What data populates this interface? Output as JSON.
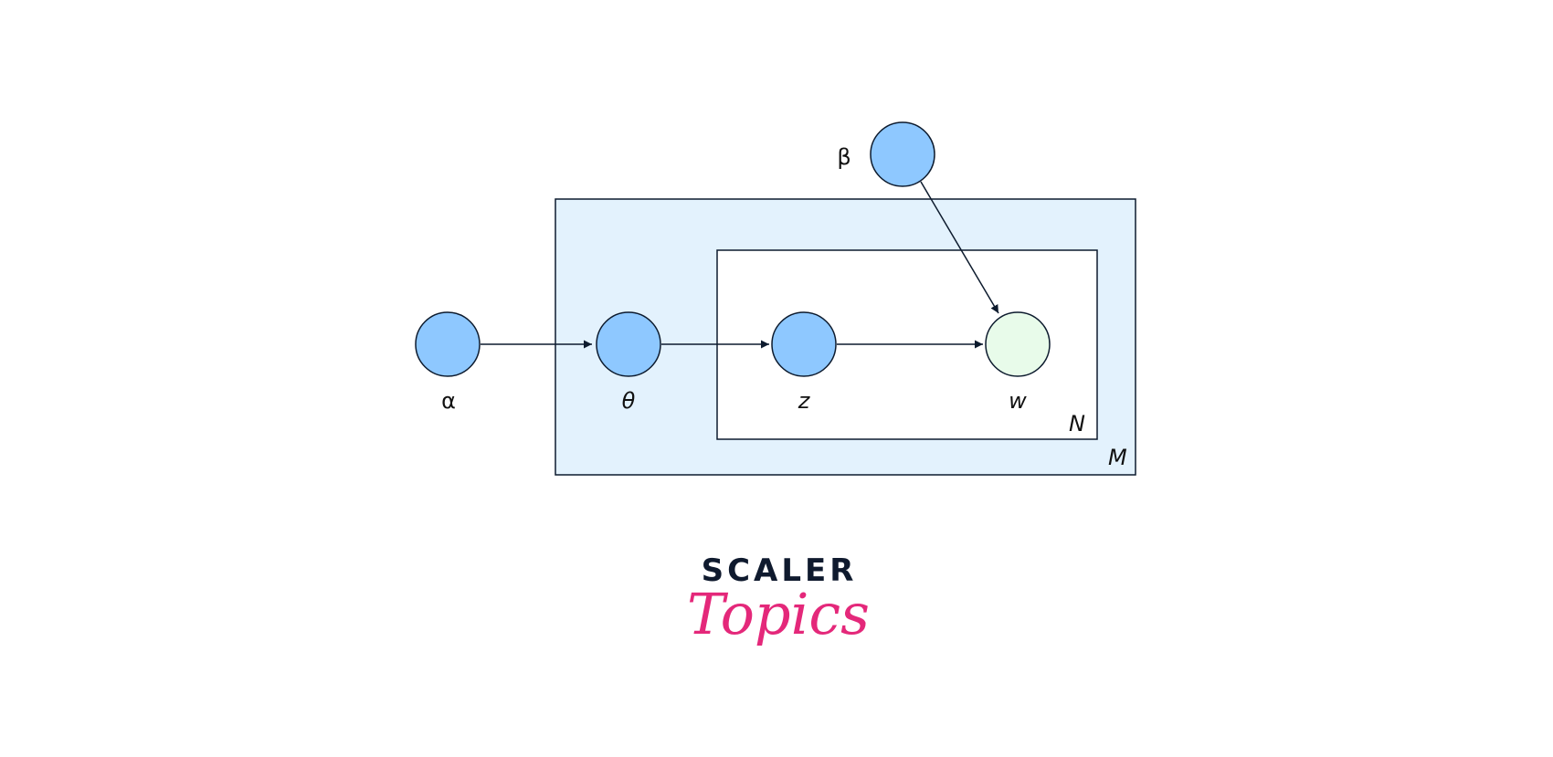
{
  "diagram": {
    "title": "LDA plate notation",
    "nodes": [
      {
        "id": "alpha",
        "label": "α",
        "observed": false
      },
      {
        "id": "theta",
        "label": "θ",
        "observed": false
      },
      {
        "id": "z",
        "label": "z",
        "observed": false
      },
      {
        "id": "w",
        "label": "w",
        "observed": true
      },
      {
        "id": "beta",
        "label": "β",
        "observed": false
      }
    ],
    "edges": [
      [
        "alpha",
        "theta"
      ],
      [
        "theta",
        "z"
      ],
      [
        "z",
        "w"
      ],
      [
        "beta",
        "w"
      ]
    ],
    "plates": [
      {
        "id": "documents",
        "label": "M"
      },
      {
        "id": "words",
        "label": "N"
      }
    ],
    "colors": {
      "latent": "#8ec8ff",
      "observed": "#e8fbea",
      "plate_outer": "#e3f2fd",
      "edge": "#0d1b2e"
    }
  },
  "logo": {
    "line1": "SCALER",
    "line2": "Topics"
  }
}
